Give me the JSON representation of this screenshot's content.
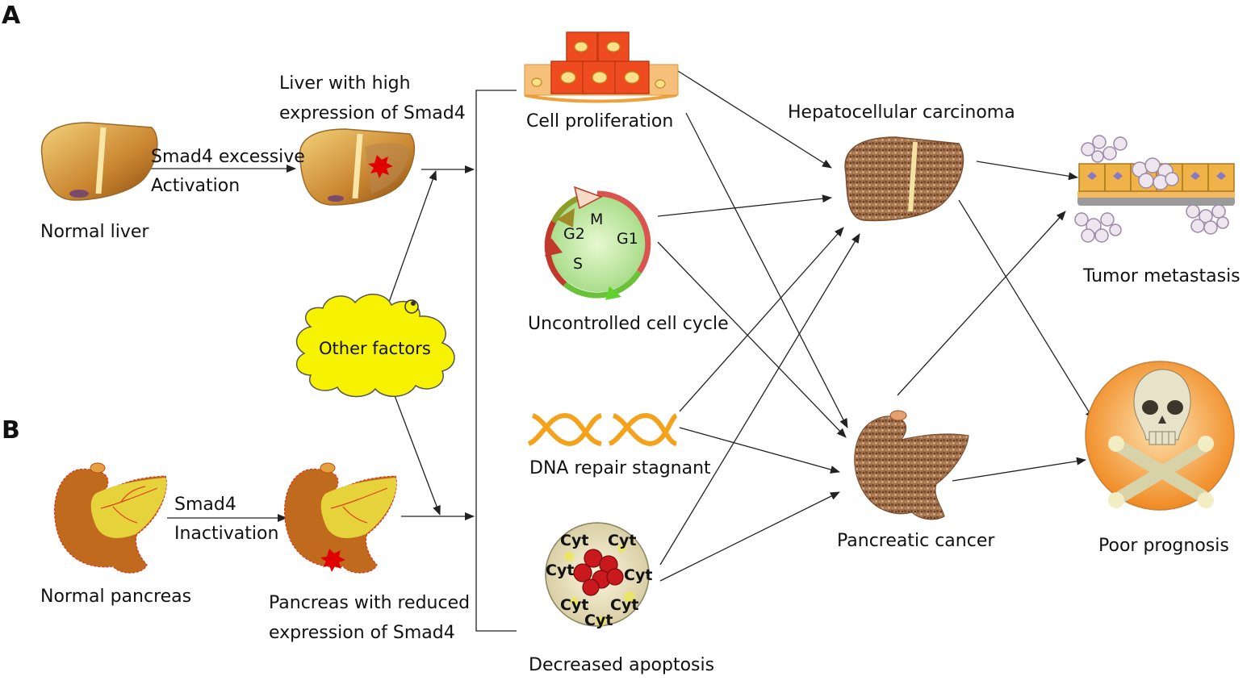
{
  "panels": {
    "a": "A",
    "b": "B"
  },
  "liver": {
    "normal": "Normal liver",
    "activation_line1": "Smad4 excessive",
    "activation_line2": "Activation",
    "high_line1": "Liver with high",
    "high_line2": "expression of Smad4"
  },
  "pancreas": {
    "normal": "Normal pancreas",
    "inactivation_line1": "Smad4",
    "inactivation_line2": "Inactivation",
    "reduced_line1": "Pancreas with reduced",
    "reduced_line2": "expression of Smad4"
  },
  "other_factors": "Other factors",
  "mechanisms": {
    "proliferation": "Cell proliferation",
    "cell_cycle": "Uncontrolled cell cycle",
    "dna_repair": "DNA repair stagnant",
    "apoptosis": "Decreased apoptosis"
  },
  "cell_cycle_phases": {
    "m": "M",
    "g1": "G1",
    "g2": "G2",
    "s": "S"
  },
  "cyt_label": "Cyt",
  "outcomes": {
    "hcc": "Hepatocellular carcinoma",
    "pancreatic": "Pancreatic cancer",
    "metastasis": "Tumor metastasis",
    "prognosis": "Poor prognosis"
  },
  "colors": {
    "liver": "#c9852f",
    "pancreas": "#c06a1e",
    "pancreas_body": "#e6d23a",
    "cloud": "#f7f200",
    "tumor": "#9c6a48",
    "skull_bg": "#f6a043",
    "cell": "#f1592a"
  }
}
